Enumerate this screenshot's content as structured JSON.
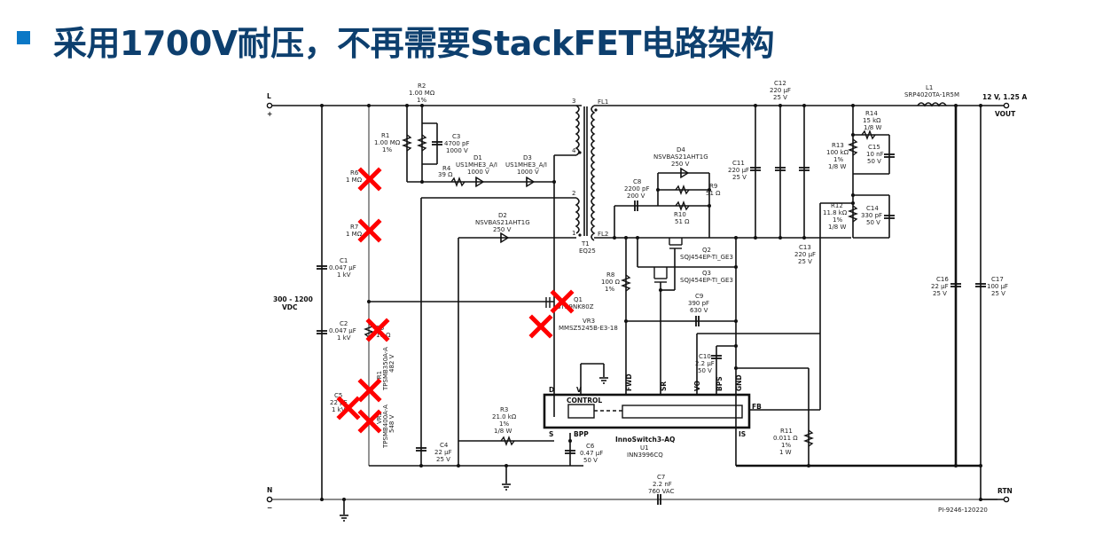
{
  "slide": {
    "title": "采用1700V耐压，不再需要StackFET电路架构",
    "bullet_color": "#0b78c6",
    "title_color": "#0d3f6e"
  },
  "schematic": {
    "terminals": {
      "l": "L",
      "l_sign": "+",
      "n": "N",
      "n_sign": "−",
      "vout": "VOUT",
      "vout_spec": "12 V, 1.25 A",
      "rtn": "RTN",
      "input_range_1": "300 - 1200",
      "input_range_2": "VDC"
    },
    "components": {
      "r2": [
        "R2",
        "1.00 MΩ",
        "1%"
      ],
      "r1": [
        "R1",
        "1.00 MΩ",
        "1%"
      ],
      "c3": [
        "C3",
        "4700 pF",
        "1000 V"
      ],
      "r4": [
        "R4",
        "39 Ω"
      ],
      "d1": [
        "D1",
        "US1MHE3_A/I",
        "1000 V"
      ],
      "d3": [
        "D3",
        "US1MHE3_A/I",
        "1000 V"
      ],
      "r6": [
        "R6",
        "1 MΩ"
      ],
      "r7": [
        "R7",
        "1 MΩ"
      ],
      "c1": [
        "C1",
        "0.047 µF",
        "1 kV"
      ],
      "c2": [
        "C2",
        "0.047 µF",
        "1 kV"
      ],
      "r5": [
        "R5",
        "10 Ω"
      ],
      "c5": [
        "C5",
        "22 pF",
        "1 kV"
      ],
      "vr1": [
        "VR1",
        "TPSMB350A-A",
        "482 V"
      ],
      "vr2": [
        "VR2",
        "TPSMB400A-A",
        "548 V"
      ],
      "d2": [
        "D2",
        "NSVBAS21AHT1G",
        "250 V"
      ],
      "q1": [
        "Q1",
        "STB9NK80Z"
      ],
      "vr3": [
        "VR3",
        "MMSZ5245B-E3-18"
      ],
      "t1": [
        "T1",
        "EQ25"
      ],
      "t1_pins": [
        "3",
        "4",
        "2",
        "1",
        "FL1",
        "FL2"
      ],
      "d4": [
        "D4",
        "NSVBAS21AHT1G",
        "250 V"
      ],
      "c8": [
        "C8",
        "2200 pF",
        "200 V"
      ],
      "r9": [
        "R9",
        "51 Ω"
      ],
      "r10": [
        "R10",
        "51 Ω"
      ],
      "r8": [
        "R8",
        "100 Ω",
        "1%"
      ],
      "q2": [
        "Q2",
        "SQJ454EP-TI_GE3"
      ],
      "q3": [
        "Q3",
        "SQJ454EP-TI_GE3"
      ],
      "c9": [
        "C9",
        "390 pF",
        "630 V"
      ],
      "c10": [
        "C10",
        "2.2 µF",
        "50 V"
      ],
      "c11": [
        "C11",
        "220 µF",
        "25 V"
      ],
      "c12": [
        "C12",
        "220 µF",
        "25 V"
      ],
      "c13": [
        "C13",
        "220 µF",
        "25 V"
      ],
      "r13": [
        "R13",
        "100 kΩ",
        "1%",
        "1/8 W"
      ],
      "r14": [
        "R14",
        "15 kΩ",
        "1/8 W"
      ],
      "c15": [
        "C15",
        "10 nF",
        "50 V"
      ],
      "r12": [
        "R12",
        "11.8 kΩ",
        "1%",
        "1/8 W"
      ],
      "c14": [
        "C14",
        "330 pF",
        "50 V"
      ],
      "l1": [
        "L1",
        "SRP4020TA-1R5M"
      ],
      "c16": [
        "C16",
        "22 µF",
        "25 V"
      ],
      "c17": [
        "C17",
        "100 µF",
        "25 V"
      ],
      "r3": [
        "R3",
        "21.0 kΩ",
        "1%",
        "1/8 W"
      ],
      "c4": [
        "C4",
        "22 µF",
        "25 V"
      ],
      "c6": [
        "C6",
        "0.47 µF",
        "50 V"
      ],
      "r11": [
        "R11",
        "0.011 Ω",
        "1%",
        "1 W"
      ],
      "c7": [
        "C7",
        "2.2 nF",
        "760 VAC"
      ]
    },
    "ic": {
      "name": "InnoSwitch3-AQ",
      "ref": "U1",
      "part": "INN3996CQ",
      "control": "CONTROL",
      "pins": {
        "d": "D",
        "v": "V",
        "fwd": "FWD",
        "sr": "SR",
        "vo": "VO",
        "bps": "BPS",
        "gnd": "GND",
        "fb": "FB",
        "s": "S",
        "bpp": "BPP",
        "is": "IS"
      }
    },
    "drawing_id": "PI-9246-120220",
    "removed_marks_color": "#ff0000"
  }
}
